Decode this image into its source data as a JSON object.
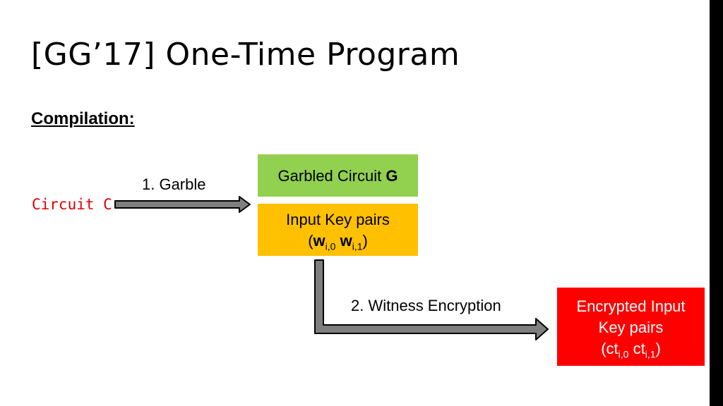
{
  "slide": {
    "title": "[GG’17] One-Time Program",
    "subtitle": "Compilation:",
    "circuit_label": "Circuit C"
  },
  "arrows": {
    "garble_label": "1. Garble",
    "witness_label": "2. Witness Encryption"
  },
  "boxes": {
    "garbled_circuit": {
      "text": "Garbled Circuit ",
      "bold": "G",
      "color": "#92d050"
    },
    "input_keys": {
      "line1": "Input Key pairs",
      "open": "(",
      "w1": "w",
      "w1_sub": "i,0",
      "w2": "w",
      "w2_sub": "i,1",
      "close": ")",
      "color": "#ffc000"
    },
    "encrypted": {
      "line1": "Encrypted Input",
      "line2": "Key pairs",
      "open": "(",
      "ct1": "ct",
      "ct1_sub": "i,0",
      "ct2": "ct",
      "ct2_sub": "i,1",
      "close": ")",
      "color": "#ff0000"
    }
  }
}
